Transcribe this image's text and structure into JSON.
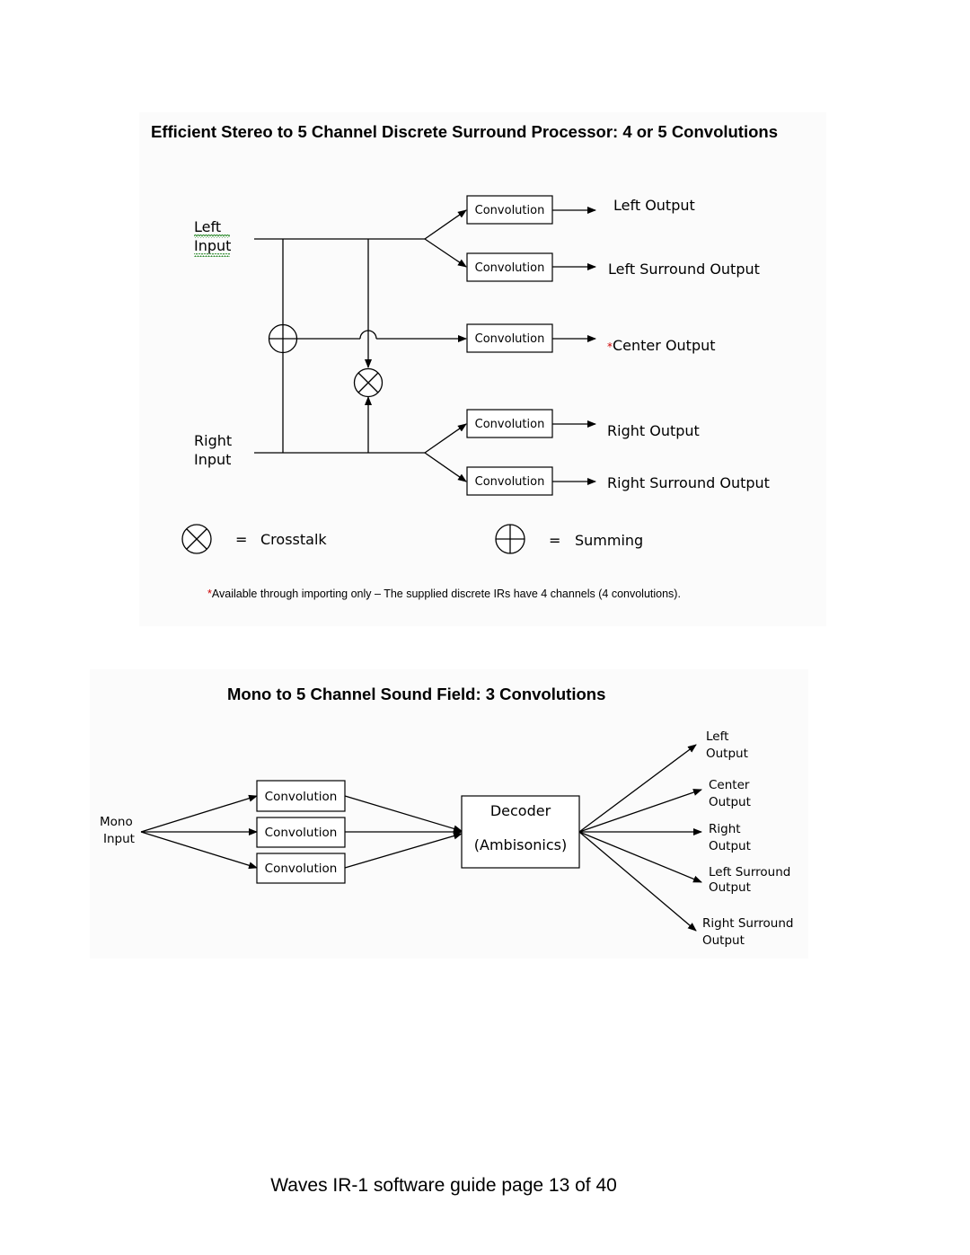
{
  "diagram1": {
    "title": "Efficient Stereo to 5 Channel Discrete Surround Processor: 4 or 5 Convolutions",
    "inputs": {
      "left": [
        "Left",
        "Input"
      ],
      "right": [
        "Right",
        "Input"
      ]
    },
    "convolution_label": "Convolution",
    "outputs": {
      "left": "Left Output",
      "left_surround": "Left Surround Output",
      "center_asterisk": "*",
      "center": "Center Output",
      "right": "Right Output",
      "right_surround": "Right Surround Output"
    },
    "legend": {
      "equals": "=",
      "crosstalk": "Crosstalk",
      "summing": "Summing"
    },
    "note_asterisk": "*",
    "note": "Available through importing only – The supplied discrete IRs have 4 channels (4 convolutions).",
    "colors": {
      "asterisk": "#cc0000",
      "spellcheck": "#2e8b2e"
    }
  },
  "diagram2": {
    "title": "Mono to 5 Channel Sound Field: 3 Convolutions",
    "input": [
      "Mono",
      "Input"
    ],
    "convolution_label": "Convolution",
    "decoder": [
      "Decoder",
      "(Ambisonics)"
    ],
    "outputs": {
      "left": [
        "Left",
        "Output"
      ],
      "center": [
        "Center",
        "Output"
      ],
      "right": [
        "Right",
        "Output"
      ],
      "left_surround": [
        "Left Surround",
        "Output"
      ],
      "right_surround": [
        "Right Surround",
        "Output"
      ]
    }
  },
  "footer": "Waves IR-1 software guide page 13 of 40"
}
